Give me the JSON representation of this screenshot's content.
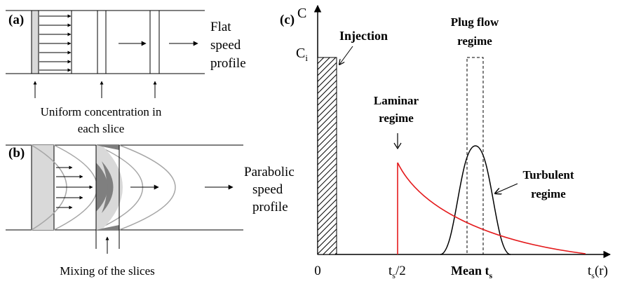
{
  "panel_a": {
    "label": "(a)",
    "profile_line1": "Flat",
    "profile_line2": "speed",
    "profile_line3": "profile",
    "caption_line1": "Uniform concentration in",
    "caption_line2": "each slice"
  },
  "panel_b": {
    "label": "(b)",
    "profile_line1": "Parabolic",
    "profile_line2": "speed",
    "profile_line3": "profile",
    "caption": "Mixing of the slices"
  },
  "panel_c": {
    "label": "(c)",
    "y_axis": "C",
    "ci_main": "C",
    "ci_sub": "i",
    "injection": "Injection",
    "plug_line1": "Plug flow",
    "plug_line2": "regime",
    "laminar_line1": "Laminar",
    "laminar_line2": "regime",
    "turbulent_line1": "Turbulent",
    "turbulent_line2": "regime",
    "tick_zero": "0",
    "tick_half_main": "t",
    "tick_half_sub": "s",
    "tick_half_suffix": "/2",
    "tick_mean_prefix": "Mean t",
    "tick_mean_sub": "s",
    "x_axis_main": "t",
    "x_axis_sub": "s",
    "x_axis_suffix": "(r)"
  },
  "colors": {
    "laminar_curve": "#e41a1c",
    "ink": "#000000",
    "slice_fill_light": "#d9d9d9",
    "slice_fill_dark": "#7f7f7f",
    "parabola_stroke": "#a6a6a6"
  }
}
